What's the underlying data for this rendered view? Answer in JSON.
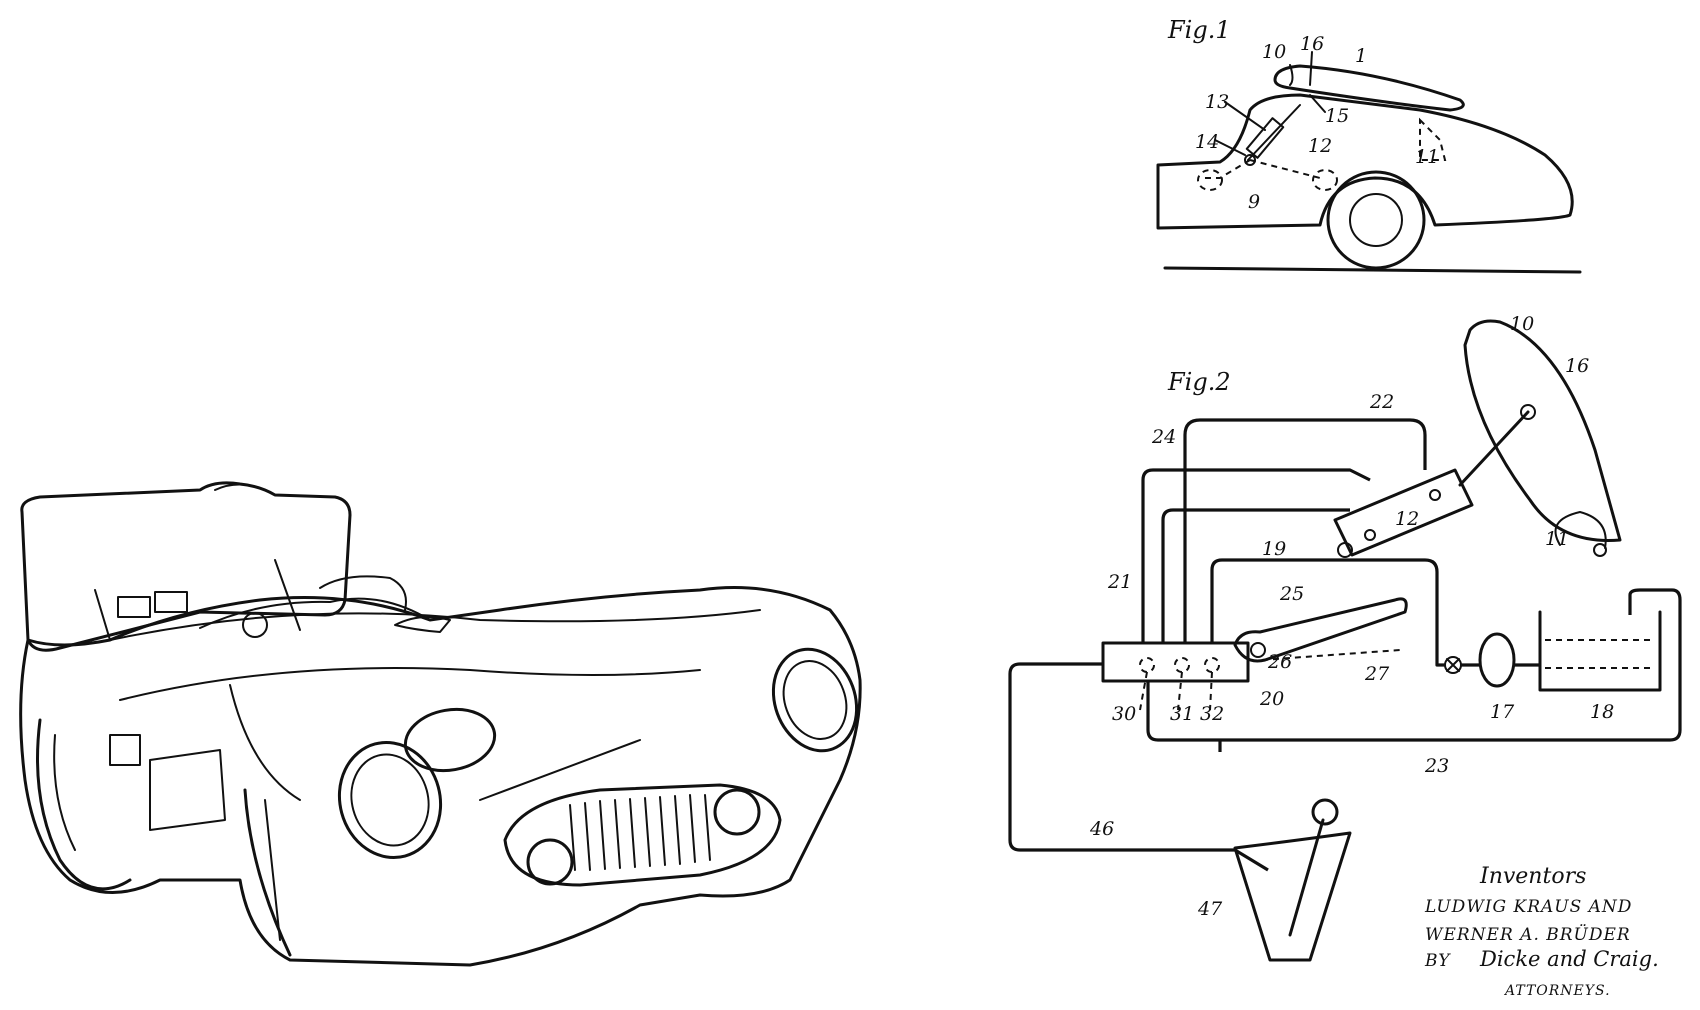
{
  "figure1": {
    "title": "Fig.1",
    "labels": [
      {
        "text": "10"
      },
      {
        "text": "16"
      },
      {
        "text": "1"
      },
      {
        "text": "13"
      },
      {
        "text": "15"
      },
      {
        "text": "12"
      },
      {
        "text": "14"
      },
      {
        "text": "11"
      },
      {
        "text": "9"
      }
    ]
  },
  "figure2": {
    "title": "Fig.2",
    "labels": [
      {
        "text": "10"
      },
      {
        "text": "16"
      },
      {
        "text": "22"
      },
      {
        "text": "24"
      },
      {
        "text": "12"
      },
      {
        "text": "11"
      },
      {
        "text": "21"
      },
      {
        "text": "19"
      },
      {
        "text": "25"
      },
      {
        "text": "26"
      },
      {
        "text": "27"
      },
      {
        "text": "30"
      },
      {
        "text": "31"
      },
      {
        "text": "32"
      },
      {
        "text": "20"
      },
      {
        "text": "17"
      },
      {
        "text": "18"
      },
      {
        "text": "23"
      },
      {
        "text": "46"
      },
      {
        "text": "47"
      }
    ]
  },
  "credits": {
    "inventors": "Inventors",
    "line1": "LUDWIG KRAUS AND",
    "line2": "WERNER A. BRÜDER",
    "by": "BY",
    "signature": "Dicke and Craig.",
    "attorneys": "ATTORNEYS."
  },
  "colors": {
    "ink": "#111111",
    "paper": "#ffffff"
  }
}
